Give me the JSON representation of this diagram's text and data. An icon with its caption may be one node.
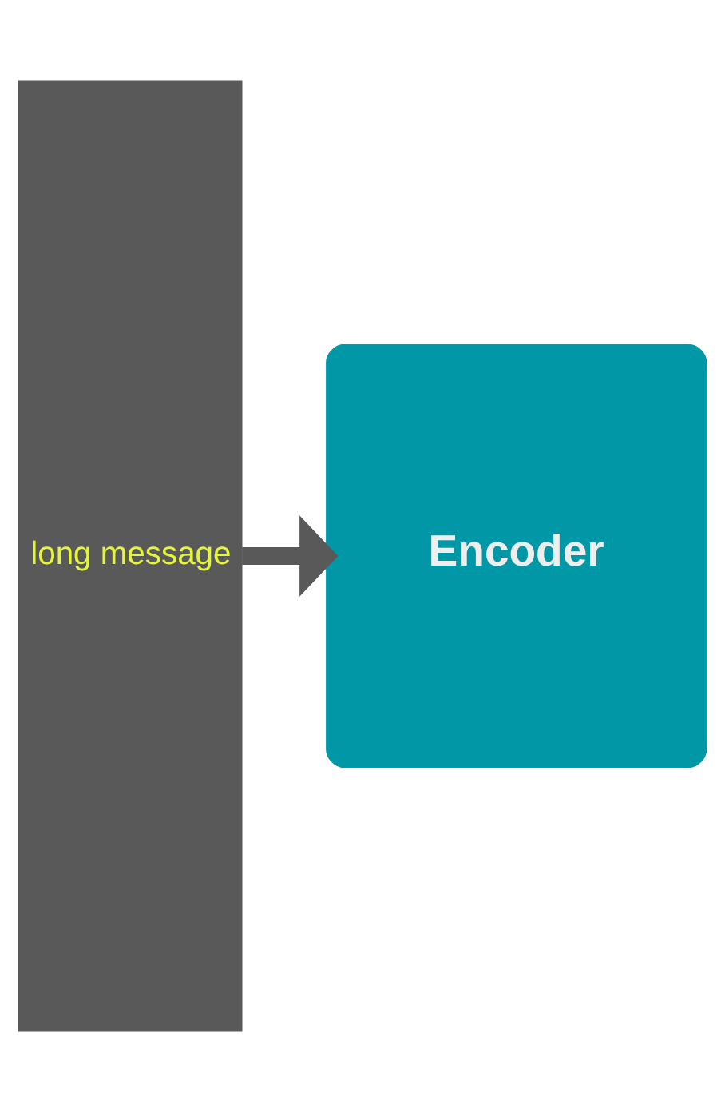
{
  "diagram": {
    "nodes": [
      {
        "text": [
          "long message"
        ]
      },
      {
        "text": [
          "Encoder"
        ]
      }
    ],
    "edges": [
      {
        "from": 0,
        "to": 1,
        "arrow": "to"
      }
    ]
  }
}
